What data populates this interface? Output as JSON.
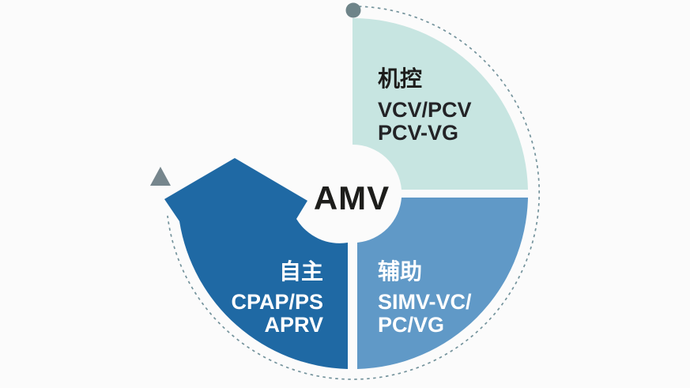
{
  "diagram": {
    "center_label": "AMV",
    "background_color": "#fbfbfb",
    "center_circle_color": "#ffffff",
    "cycle": {
      "start_dot_color": "#6e8489",
      "arrowhead_color": "#76868d",
      "dashed_line_color": "#74939c"
    },
    "segments": [
      {
        "name": "machine-controlled",
        "label": "机控",
        "modes": [
          "VCV/PCV",
          "PCV-VG"
        ],
        "fill": "#c7e5e1",
        "label_color": "#1d1d1b",
        "mode_color": "#232326"
      },
      {
        "name": "assisted",
        "label": "辅助",
        "modes": [
          "SIMV-VC/",
          "PC/VG"
        ],
        "fill": "#6099c7",
        "label_color": "#ffffff",
        "mode_color": "#ffffff"
      },
      {
        "name": "spontaneous",
        "label": "自主",
        "modes": [
          "CPAP/PS",
          "APRV"
        ],
        "fill": "#1f69a4",
        "label_color": "#ffffff",
        "mode_color": "#ffffff"
      }
    ]
  }
}
